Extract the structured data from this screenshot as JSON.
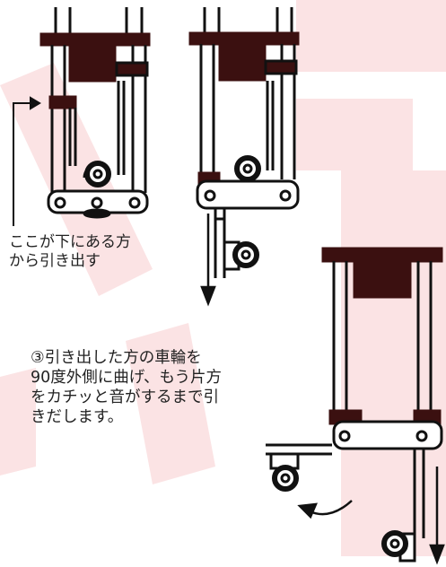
{
  "colors": {
    "background": "#ffffff",
    "watermark": "#fbe3e4",
    "line": "#111111",
    "dark_block": "#3b1010"
  },
  "label_pull_out": {
    "line1": "ここが下にある方",
    "line2": "から引き出す"
  },
  "instruction": {
    "line1": "③引き出した方の車輪を",
    "line2": "90度外側に曲げ、もう片方",
    "line3": "をカチッと音がするまで引",
    "line4": "きだします。"
  },
  "icons": [
    "caster-wheel-icon",
    "down-arrow-icon",
    "curved-arrow-icon",
    "pointer-arrow-icon"
  ]
}
